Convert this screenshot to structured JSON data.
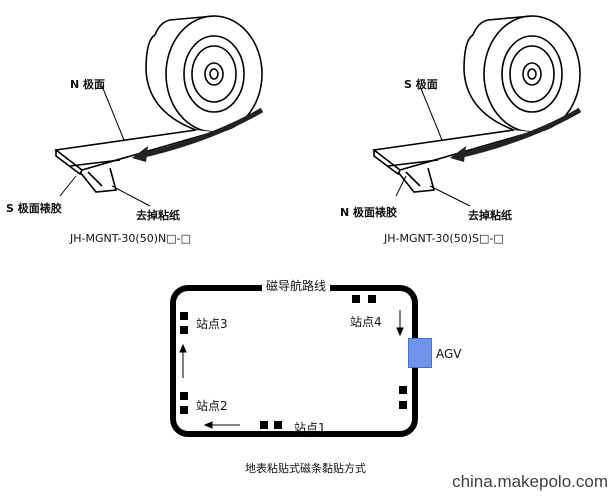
{
  "left_tape": {
    "top_label": "N 极面",
    "bottom_label": "S 极面裱胶",
    "peel_label": "去掉粘纸",
    "model": "JH-MGNT-30(50)N□-□"
  },
  "right_tape": {
    "top_label": "S 极面",
    "bottom_label": "N 极面裱胶",
    "peel_label": "去掉粘纸",
    "model": "JH-MGNT-30(50)S□-□"
  },
  "track": {
    "title": "磁导航路线",
    "stations": [
      "站点1",
      "站点2",
      "站点3",
      "站点4"
    ],
    "vehicle": "AGV",
    "caption": "地表粘贴式磁条黏贴方式"
  },
  "watermark": "china.makepolo.com"
}
